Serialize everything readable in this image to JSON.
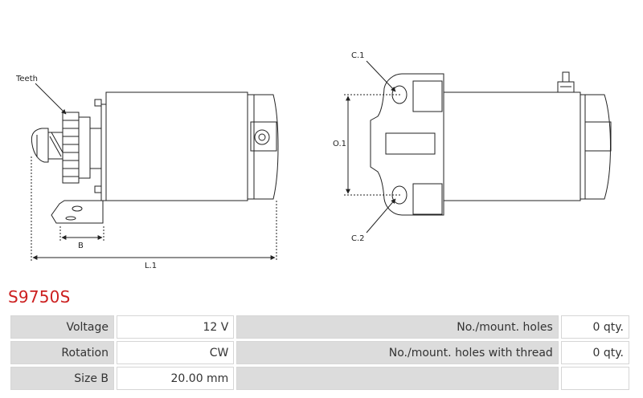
{
  "drawing": {
    "labels": {
      "teeth": "Teeth",
      "b": "B",
      "l1": "L.1",
      "c1": "C.1",
      "o1": "O.1",
      "c2": "C.2"
    },
    "colors": {
      "outline": "#222222",
      "accent": "#cc1f1f"
    }
  },
  "product": {
    "code": "S9750S"
  },
  "specs": [
    {
      "label": "Voltage",
      "value": "12 V",
      "label2": "No./mount. holes",
      "value2": "0 qty."
    },
    {
      "label": "Rotation",
      "value": "CW",
      "label2": "No./mount. holes with thread",
      "value2": "0 qty."
    },
    {
      "label": "Size B",
      "value": "20.00 mm",
      "label2": "",
      "value2": ""
    }
  ]
}
